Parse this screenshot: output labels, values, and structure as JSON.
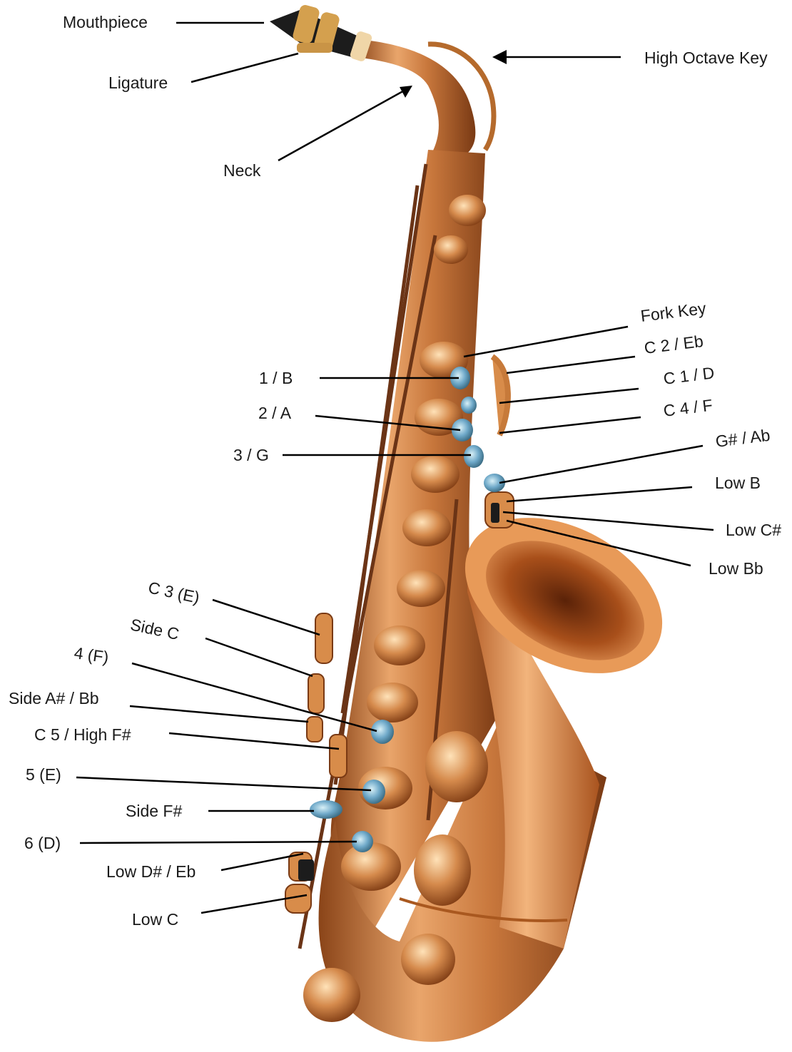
{
  "diagram": {
    "labels": {
      "mouthpiece": "Mouthpiece",
      "ligature": "Ligature",
      "neck": "Neck",
      "high_octave_key": "High Octave Key",
      "fork_key": "Fork Key",
      "c2_eb": "C 2 / Eb",
      "c1_d": "C 1 / D",
      "c4_f": "C 4 / F",
      "gsharp_ab": "G# / Ab",
      "low_b": "Low B",
      "low_csharp": "Low C#",
      "low_bb": "Low Bb",
      "one_b": "1 / B",
      "two_a": "2 / A",
      "three_g": "3 / G",
      "c3_e": "C 3 (E)",
      "side_c": "Side C",
      "four_f": "4 (F)",
      "side_asharp_bb": "Side A# / Bb",
      "c5_high_fsharp": "C 5 / High F#",
      "five_e": "5 (E)",
      "side_fsharp": "Side F#",
      "six_d": "6 (D)",
      "low_dsharp_eb": "Low D# / Eb",
      "low_c": "Low C"
    },
    "colors": {
      "brass_light": "#f0b37a",
      "brass_mid": "#c8773c",
      "brass_dark": "#7a3a14",
      "rod": "#6b3416",
      "pearl": "#6fa9c9",
      "mouthpiece": "#1c1c1c",
      "line": "#000000"
    }
  }
}
